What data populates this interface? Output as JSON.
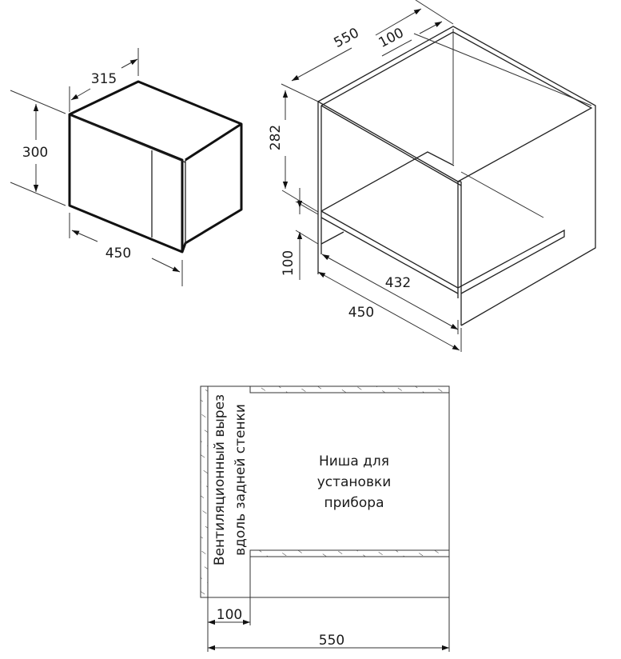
{
  "microwave": {
    "depth": "315",
    "height": "300",
    "width": "450"
  },
  "cabinet": {
    "depth": "550",
    "vent_gap": "100",
    "niche_height": "282",
    "bottom_height": "100",
    "inner_width": "432",
    "outer_width": "450"
  },
  "plan": {
    "vent_label_line1": "Вентиляционный вырез",
    "vent_label_line2": "вдоль задней стенки",
    "niche_label_line1": "Ниша для",
    "niche_label_line2": "установки",
    "niche_label_line3": "прибора",
    "vent_width": "100",
    "total_depth": "550"
  }
}
